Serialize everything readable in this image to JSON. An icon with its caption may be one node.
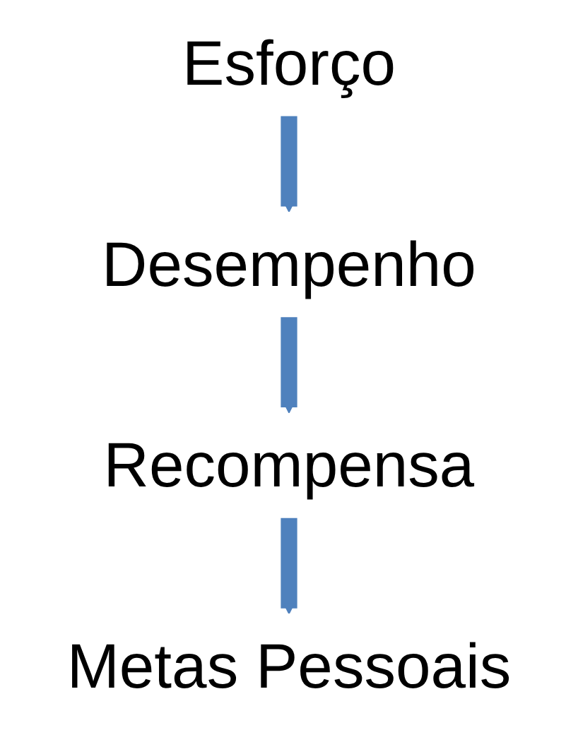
{
  "diagram": {
    "nodes": [
      {
        "text": [
          "Esforço"
        ]
      },
      {
        "text": [
          "Desempenho"
        ]
      },
      {
        "text": [
          "Recompensa"
        ]
      },
      {
        "text": [
          "Metas Pessoais"
        ]
      }
    ],
    "edges": [
      {
        "from": 0,
        "to": 1,
        "arrow": "to"
      },
      {
        "from": 1,
        "to": 2,
        "arrow": "to"
      },
      {
        "from": 2,
        "to": 3,
        "arrow": "to"
      }
    ]
  }
}
